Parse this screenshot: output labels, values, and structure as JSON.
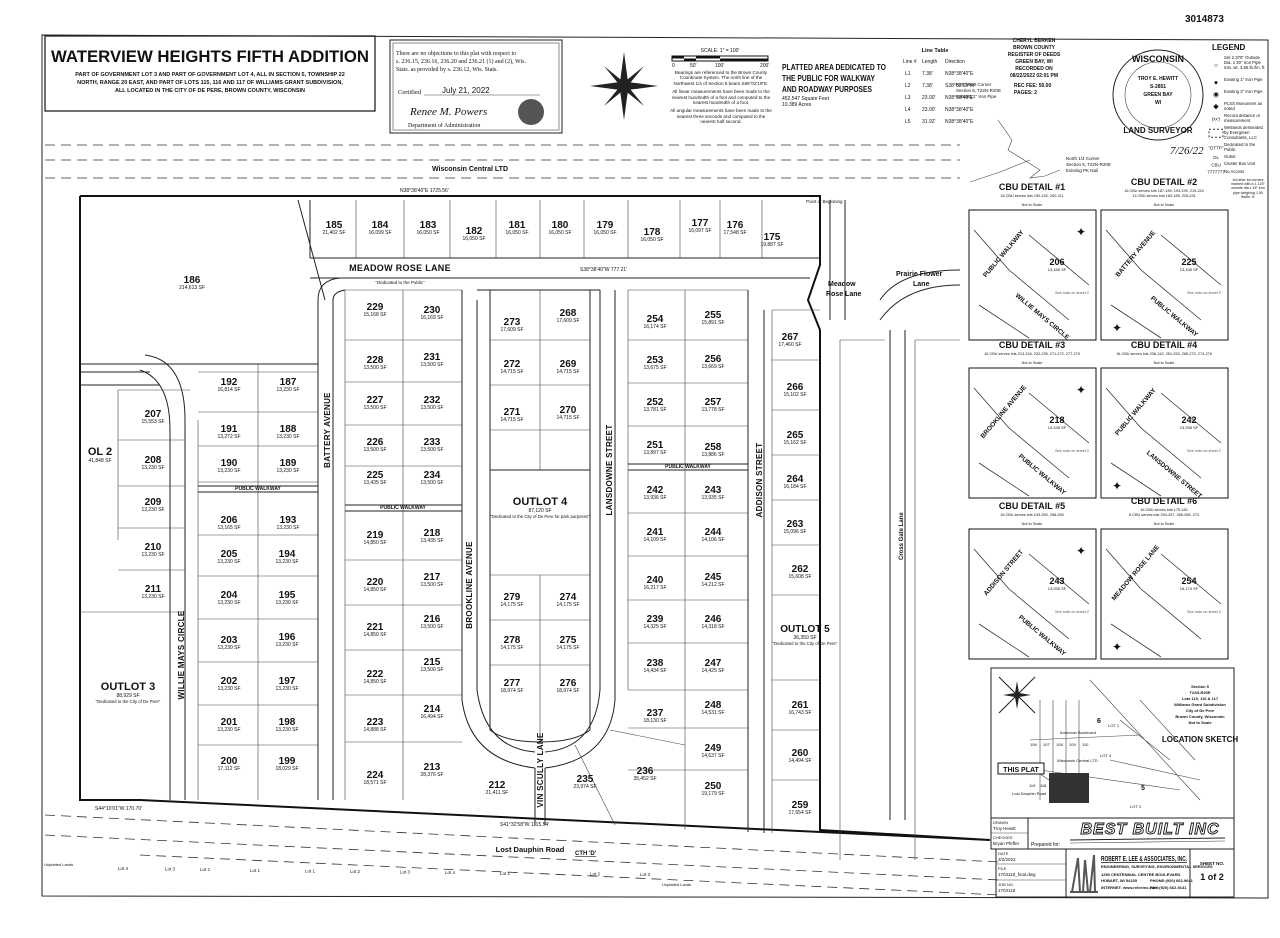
{
  "doc_number": "3014873",
  "title": {
    "main": "WATERVIEW HEIGHTS FIFTH ADDITION",
    "sub": [
      "PART OF GOVERNMENT LOT 3 AND PART OF GOVERNMENT LOT 4, ALL IN SECTION 5, TOWNSHIP 22",
      "NORTH, RANGE 20 EAST, AND PART OF LOTS 115, 116 AND 117 OF WILLIAMS GRANT SUBDIVISION,",
      "ALL LOCATED IN THE CITY OF DE PERE, BROWN COUNTY, WISCONSIN"
    ]
  },
  "doa": {
    "text": [
      "There are no objections to this plat with respect to",
      "s. 236.15, 236.16, 236.20 and 236.21 (1) and (2), Wis.",
      "Stats. as provided by s. 236.12, Wis. Stats."
    ],
    "certified_label": "Certified",
    "certified_date": "July 21, 2022",
    "signature": "Renee M. Powers",
    "dept": "Department of Administration"
  },
  "scale": {
    "label": "SCALE: 1\" = 100'",
    "ticks": [
      "0",
      "50'",
      "100'",
      "200'"
    ],
    "notes": [
      "Bearings are referenced to the Brown County Coordinate System. The north line of the Northwest 1/4 of Section 5 bears S89°02'19\"E.",
      "All linear measurements have been made to the nearest hundredth of a foot and computed to the nearest hundredth of a foot.",
      "All angular measurements have been made to the nearest three seconds and computed to the nearest half second."
    ]
  },
  "dedication": {
    "title": [
      "PLATTED AREA DEDICATED TO",
      "THE PUBLIC FOR WALKWAY",
      "AND ROADWAY PURPOSES"
    ],
    "area": [
      "452,547 Square Feet",
      "10.389 Acres"
    ]
  },
  "line_table": {
    "title": "Line Table",
    "headers": [
      "Line #",
      "Length",
      "Direction"
    ],
    "rows": [
      [
        "L1",
        "7.38'",
        "N38°38'40\"E"
      ],
      [
        "L2",
        "7.38'",
        "S38°52'13\"W"
      ],
      [
        "L3",
        "23.00'",
        "N38°38'40\"E"
      ],
      [
        "L4",
        "23.00'",
        "N38°38'40\"E"
      ],
      [
        "L5",
        "31.92'",
        "N38°38'40\"E"
      ]
    ]
  },
  "register": {
    "lines": [
      "CHERYL BERKEN",
      "BROWN COUNTY",
      "REGISTER OF DEEDS",
      "GREEN BAY, WI",
      "RECORDED ON",
      "08/22/2022 02:01 PM",
      "REC FEE: 50.00",
      "PAGES: 2"
    ]
  },
  "seal": {
    "lines": [
      "WISCONSIN",
      "TROY E. HEWITT",
      "S-2851",
      "GREEN BAY",
      "WI",
      "LAND SURVEYOR"
    ],
    "date": "7/26/22"
  },
  "corners": {
    "nw": [
      "Northwest Corner",
      "Section 5, T22N-R20E",
      "Existing 1\" Iron Pipe"
    ],
    "n14": [
      "North 1/4 Corner",
      "Section 5, T22N-R20E",
      "Existing PK Nail"
    ],
    "pob": "Point of Beginning"
  },
  "legend": {
    "title": "LEGEND",
    "items": [
      {
        "icon": "open-circle",
        "text": "Set 2.375\" Outside Dia. x 30\" Iron Pipe min. wt. 3.65 lb./lin. ft."
      },
      {
        "icon": "filled-dot",
        "text": "Existing 1\" Iron Pipe"
      },
      {
        "icon": "filled-circle",
        "text": "Existing 2\" Iron Pipe"
      },
      {
        "icon": "plss-monument",
        "text": "PLSS Monument as noted"
      },
      {
        "icon": "paren",
        "text": "Record distance or measurement"
      },
      {
        "icon": "wetland-box",
        "text": "Wetlands delineated by Evergreen Consultants, LLC"
      },
      {
        "icon": "dttp",
        "text": "Dedicated to the Public"
      },
      {
        "icon": "ol",
        "text": "Outlot"
      },
      {
        "icon": "cbu",
        "text": "Cluster Box Unit"
      },
      {
        "icon": "hatch",
        "text": "No Access"
      }
    ],
    "icon_text": {
      "paren": "(xx')",
      "dttp": "\"DTTP\"",
      "ol": "OL",
      "cbu": "CBU",
      "hatch": "7777777"
    },
    "note": "All other lot corners marked with a 1.125\" outside dia x 18\" iron pipe weighing 1.50 lbs/lin. ft."
  },
  "cbu_details": [
    {
      "title": "CBU DETAIL #1",
      "desc": [
        "16 CBU serves lots 190-192, 200-211"
      ],
      "scale": "Not to Scale",
      "lot": "206",
      "area": "13,165 SF",
      "streets": [
        "PUBLIC WALKWAY",
        "WILLIE MAYS CIRCLE"
      ],
      "note": "See note on sheet 2"
    },
    {
      "title": "CBU DETAIL #2",
      "desc": [
        "16 CBU serves lots 187-189, 193-199, 219-224",
        "13 CBU serves lots 183-185, 225-231"
      ],
      "scale": "Not to Scale",
      "lot": "225",
      "area": "13,435 SF",
      "streets": [
        "BATTERY AVENUE",
        "PUBLIC WALKWAY"
      ],
      "note": "See note on sheet 2"
    },
    {
      "title": "CBU DETAIL #3",
      "desc": [
        "16 CBU serves lots 213-218, 232-235, 271-272, 277-279"
      ],
      "scale": "Not to Scale",
      "lot": "218",
      "area": "13,435 SF",
      "streets": [
        "BROOKLINE AVENUE",
        "PUBLIC WALKWAY"
      ],
      "note": "See note on sheet 2"
    },
    {
      "title": "CBU DETAIL #4",
      "desc": [
        "16 CBU serves lots 236-242, 251-253, 269-270, 274-276"
      ],
      "scale": "Not to Scale",
      "lot": "242",
      "area": "13,936 SF",
      "streets": [
        "PUBLIC WALKWAY",
        "LANSDOWNE STREET"
      ],
      "note": "See note on sheet 2"
    },
    {
      "title": "CBU DETAIL #5",
      "desc": [
        "16 CBU serves lots 243-250, 258-265"
      ],
      "scale": "Not to Scale",
      "lot": "243",
      "area": "13,935 SF",
      "streets": [
        "ADDISON STREET",
        "PUBLIC WALKWAY"
      ],
      "note": "See note on sheet 2"
    },
    {
      "title": "CBU DETAIL #6",
      "desc": [
        "16 CBU serves lots 175-182",
        "8 CBU serves lots 254-257, 266-268, 273"
      ],
      "scale": "Not to Scale",
      "lot": "254",
      "area": "16,174 SF",
      "streets": [
        "MEADOW ROSE LANE"
      ],
      "note": "See note on sheet 2"
    }
  ],
  "location_sketch": {
    "title": "LOCATION SKETCH",
    "info": [
      "Section 5",
      "T22N-R20E",
      "Lots 115, 116 & 117",
      "Williams Grant Subdivision",
      "City of De Pere",
      "Brown County, Wisconsin",
      "Not to Scale"
    ],
    "this_plat": "THIS PLAT",
    "labels": [
      "American Boulevard",
      "Wisconsin Central LTD",
      "Lost Dauphin Road",
      "6",
      "5",
      "106",
      "107",
      "108",
      "109",
      "110",
      "119",
      "118",
      "LOT 1",
      "LOT 4",
      "LOT 2"
    ]
  },
  "title_block": {
    "drawn_label": "DRAWN",
    "drawn": "Troy Hewitt",
    "checked_label": "CHECKED",
    "checked": "Bryan Pfeffer",
    "prepared_for": "Prepared for:",
    "client": "BEST BUILT INC",
    "date_label": "DATE",
    "date": "3/2/2022",
    "file_label": "FILE",
    "file": "1703118_final.dwg",
    "job_label": "JOB NO.",
    "job": "1703118",
    "company": "ROBERT E. LEE & ASSOCIATES, INC.",
    "services": "ENGINEERING, SURVEYING, ENVIRONMENTAL SERVICES",
    "address1": "1250 CENTENNIAL CENTRE BOULEVARD",
    "address2": "HOBART, WI 54155",
    "web": "INTERNET: www.releeinc.com",
    "phone": "PHONE:(920) 662-9641",
    "fax": "FAX:(920) 662-9141",
    "sheet_label": "SHEET NO.",
    "sheet": "1 of 2"
  },
  "plat": {
    "railroad": "Wisconsin Central LTD",
    "north_bearing": "N38°38'40\"E  1725.56'",
    "south_bearing": "S41°32'58\"W  1115.54'",
    "sw_bearing": "S44°10'01\"W  170.70'",
    "meadow_bearing": "S38°38'40\"W  777.21'",
    "road": "Lost Dauphin Road",
    "cth": "CTH 'D'",
    "unplatted": "Unplatted Lands",
    "dttp": "\"Dedicated to the Public\"",
    "streets": {
      "meadow_rose": "MEADOW ROSE LANE",
      "battery": "BATTERY AVENUE",
      "willie_mays": "WILLIE MAYS CIRCLE",
      "brookline": "BROOKLINE AVENUE",
      "lansdowne": "LANSDOWNE STREET",
      "addison": "ADDISON STREET",
      "vin_scully": "VIN SCULLY LANE",
      "walkway": "PUBLIC WALKWAY",
      "meadow_rose_e": [
        "Meadow",
        "Rose Lane"
      ],
      "prairie_flower": [
        "Prairie Flower",
        "Lane"
      ],
      "cross_gate": "Cross Gate Lane"
    },
    "outlots": [
      {
        "name": "OL 2",
        "area": "41,848 SF",
        "note": ""
      },
      {
        "name": "OUTLOT 3",
        "area": "88,929 SF",
        "note": "\"Dedicated to the City of De Pere\""
      },
      {
        "name": "OUTLOT 4",
        "area": "87,120 SF",
        "note": "\"Dedicated to the City of De Pere for park purposes\""
      },
      {
        "name": "OUTLOT 5",
        "area": "36,350 SF",
        "note": "\"Dedicated to the City of De Pere\""
      }
    ],
    "south_lots": [
      "Lot 4",
      "Lot 3",
      "Lot 2",
      "Lot 1",
      "Lot 1",
      "Lot 2",
      "Lot 3",
      "Lot 4",
      "Lot 1",
      "Lot 2",
      "Lot 3"
    ],
    "lots": [
      {
        "n": "175",
        "a": "19,887 SF"
      },
      {
        "n": "176",
        "a": "17,548 SF"
      },
      {
        "n": "177",
        "a": "16,097 SF"
      },
      {
        "n": "178",
        "a": "16,050 SF"
      },
      {
        "n": "179",
        "a": "16,050 SF"
      },
      {
        "n": "180",
        "a": "16,050 SF"
      },
      {
        "n": "181",
        "a": "16,050 SF"
      },
      {
        "n": "182",
        "a": "16,050 SF"
      },
      {
        "n": "183",
        "a": "16,050 SF"
      },
      {
        "n": "184",
        "a": "16,099 SF"
      },
      {
        "n": "185",
        "a": "21,402 SF"
      },
      {
        "n": "186",
        "a": "214,613 SF"
      },
      {
        "n": "187",
        "a": "13,230 SF"
      },
      {
        "n": "188",
        "a": "13,230 SF"
      },
      {
        "n": "189",
        "a": "13,230 SF"
      },
      {
        "n": "190",
        "a": "13,230 SF"
      },
      {
        "n": "191",
        "a": "13,272 SF"
      },
      {
        "n": "192",
        "a": "16,814 SF"
      },
      {
        "n": "193",
        "a": "13,230 SF"
      },
      {
        "n": "194",
        "a": "13,230 SF"
      },
      {
        "n": "195",
        "a": "13,230 SF"
      },
      {
        "n": "196",
        "a": "13,230 SF"
      },
      {
        "n": "197",
        "a": "13,230 SF"
      },
      {
        "n": "198",
        "a": "13,230 SF"
      },
      {
        "n": "199",
        "a": "18,029 SF"
      },
      {
        "n": "200",
        "a": "17,112 SF"
      },
      {
        "n": "201",
        "a": "13,230 SF"
      },
      {
        "n": "202",
        "a": "13,230 SF"
      },
      {
        "n": "203",
        "a": "13,230 SF"
      },
      {
        "n": "204",
        "a": "13,230 SF"
      },
      {
        "n": "205",
        "a": "13,230 SF"
      },
      {
        "n": "206",
        "a": "13,165 SF"
      },
      {
        "n": "207",
        "a": "15,553 SF"
      },
      {
        "n": "208",
        "a": "13,230 SF"
      },
      {
        "n": "209",
        "a": "13,230 SF"
      },
      {
        "n": "210",
        "a": "13,230 SF"
      },
      {
        "n": "211",
        "a": "13,230 SF"
      },
      {
        "n": "212",
        "a": "21,411 SF"
      },
      {
        "n": "213",
        "a": "28,376 SF"
      },
      {
        "n": "214",
        "a": "16,494 SF"
      },
      {
        "n": "215",
        "a": "13,500 SF"
      },
      {
        "n": "216",
        "a": "13,500 SF"
      },
      {
        "n": "217",
        "a": "13,500 SF"
      },
      {
        "n": "218",
        "a": "13,435 SF"
      },
      {
        "n": "219",
        "a": "14,850 SF"
      },
      {
        "n": "220",
        "a": "14,850 SF"
      },
      {
        "n": "221",
        "a": "14,850 SF"
      },
      {
        "n": "222",
        "a": "14,850 SF"
      },
      {
        "n": "223",
        "a": "14,888 SF"
      },
      {
        "n": "224",
        "a": "18,571 SF"
      },
      {
        "n": "225",
        "a": "13,435 SF"
      },
      {
        "n": "226",
        "a": "13,500 SF"
      },
      {
        "n": "227",
        "a": "13,500 SF"
      },
      {
        "n": "228",
        "a": "13,500 SF"
      },
      {
        "n": "229",
        "a": "15,168 SF"
      },
      {
        "n": "230",
        "a": "16,169 SF"
      },
      {
        "n": "231",
        "a": "13,500 SF"
      },
      {
        "n": "232",
        "a": "13,500 SF"
      },
      {
        "n": "233",
        "a": "13,500 SF"
      },
      {
        "n": "234",
        "a": "13,500 SF"
      },
      {
        "n": "235",
        "a": "23,974 SF"
      },
      {
        "n": "236",
        "a": "35,452 SF"
      },
      {
        "n": "237",
        "a": "18,130 SF"
      },
      {
        "n": "238",
        "a": "14,434 SF"
      },
      {
        "n": "239",
        "a": "14,325 SF"
      },
      {
        "n": "240",
        "a": "16,217 SF"
      },
      {
        "n": "241",
        "a": "14,109 SF"
      },
      {
        "n": "242",
        "a": "13,936 SF"
      },
      {
        "n": "243",
        "a": "13,935 SF"
      },
      {
        "n": "244",
        "a": "14,106 SF"
      },
      {
        "n": "245",
        "a": "14,212 SF"
      },
      {
        "n": "246",
        "a": "14,318 SF"
      },
      {
        "n": "247",
        "a": "14,425 SF"
      },
      {
        "n": "248",
        "a": "14,531 SF"
      },
      {
        "n": "249",
        "a": "14,637 SF"
      },
      {
        "n": "250",
        "a": "19,179 SF"
      },
      {
        "n": "251",
        "a": "13,897 SF"
      },
      {
        "n": "252",
        "a": "13,781 SF"
      },
      {
        "n": "253",
        "a": "13,675 SF"
      },
      {
        "n": "254",
        "a": "16,174 SF"
      },
      {
        "n": "255",
        "a": "15,891 SF"
      },
      {
        "n": "256",
        "a": "13,669 SF"
      },
      {
        "n": "257",
        "a": "13,778 SF"
      },
      {
        "n": "258",
        "a": "13,886 SF"
      },
      {
        "n": "259",
        "a": "17,654 SF"
      },
      {
        "n": "260",
        "a": "14,494 SF"
      },
      {
        "n": "261",
        "a": "16,743 SF"
      },
      {
        "n": "262",
        "a": "15,608 SF"
      },
      {
        "n": "263",
        "a": "15,096 SF"
      },
      {
        "n": "264",
        "a": "16,184 SF"
      },
      {
        "n": "265",
        "a": "15,162 SF"
      },
      {
        "n": "266",
        "a": "15,102 SF"
      },
      {
        "n": "267",
        "a": "17,460 SF"
      },
      {
        "n": "268",
        "a": "17,609 SF"
      },
      {
        "n": "269",
        "a": "14,715 SF"
      },
      {
        "n": "270",
        "a": "14,715 SF"
      },
      {
        "n": "271",
        "a": "14,715 SF"
      },
      {
        "n": "272",
        "a": "14,715 SF"
      },
      {
        "n": "273",
        "a": "17,609 SF"
      },
      {
        "n": "274",
        "a": "14,175 SF"
      },
      {
        "n": "275",
        "a": "14,175 SF"
      },
      {
        "n": "276",
        "a": "18,974 SF"
      },
      {
        "n": "277",
        "a": "18,974 SF"
      },
      {
        "n": "278",
        "a": "14,175 SF"
      },
      {
        "n": "279",
        "a": "14,175 SF"
      }
    ]
  }
}
